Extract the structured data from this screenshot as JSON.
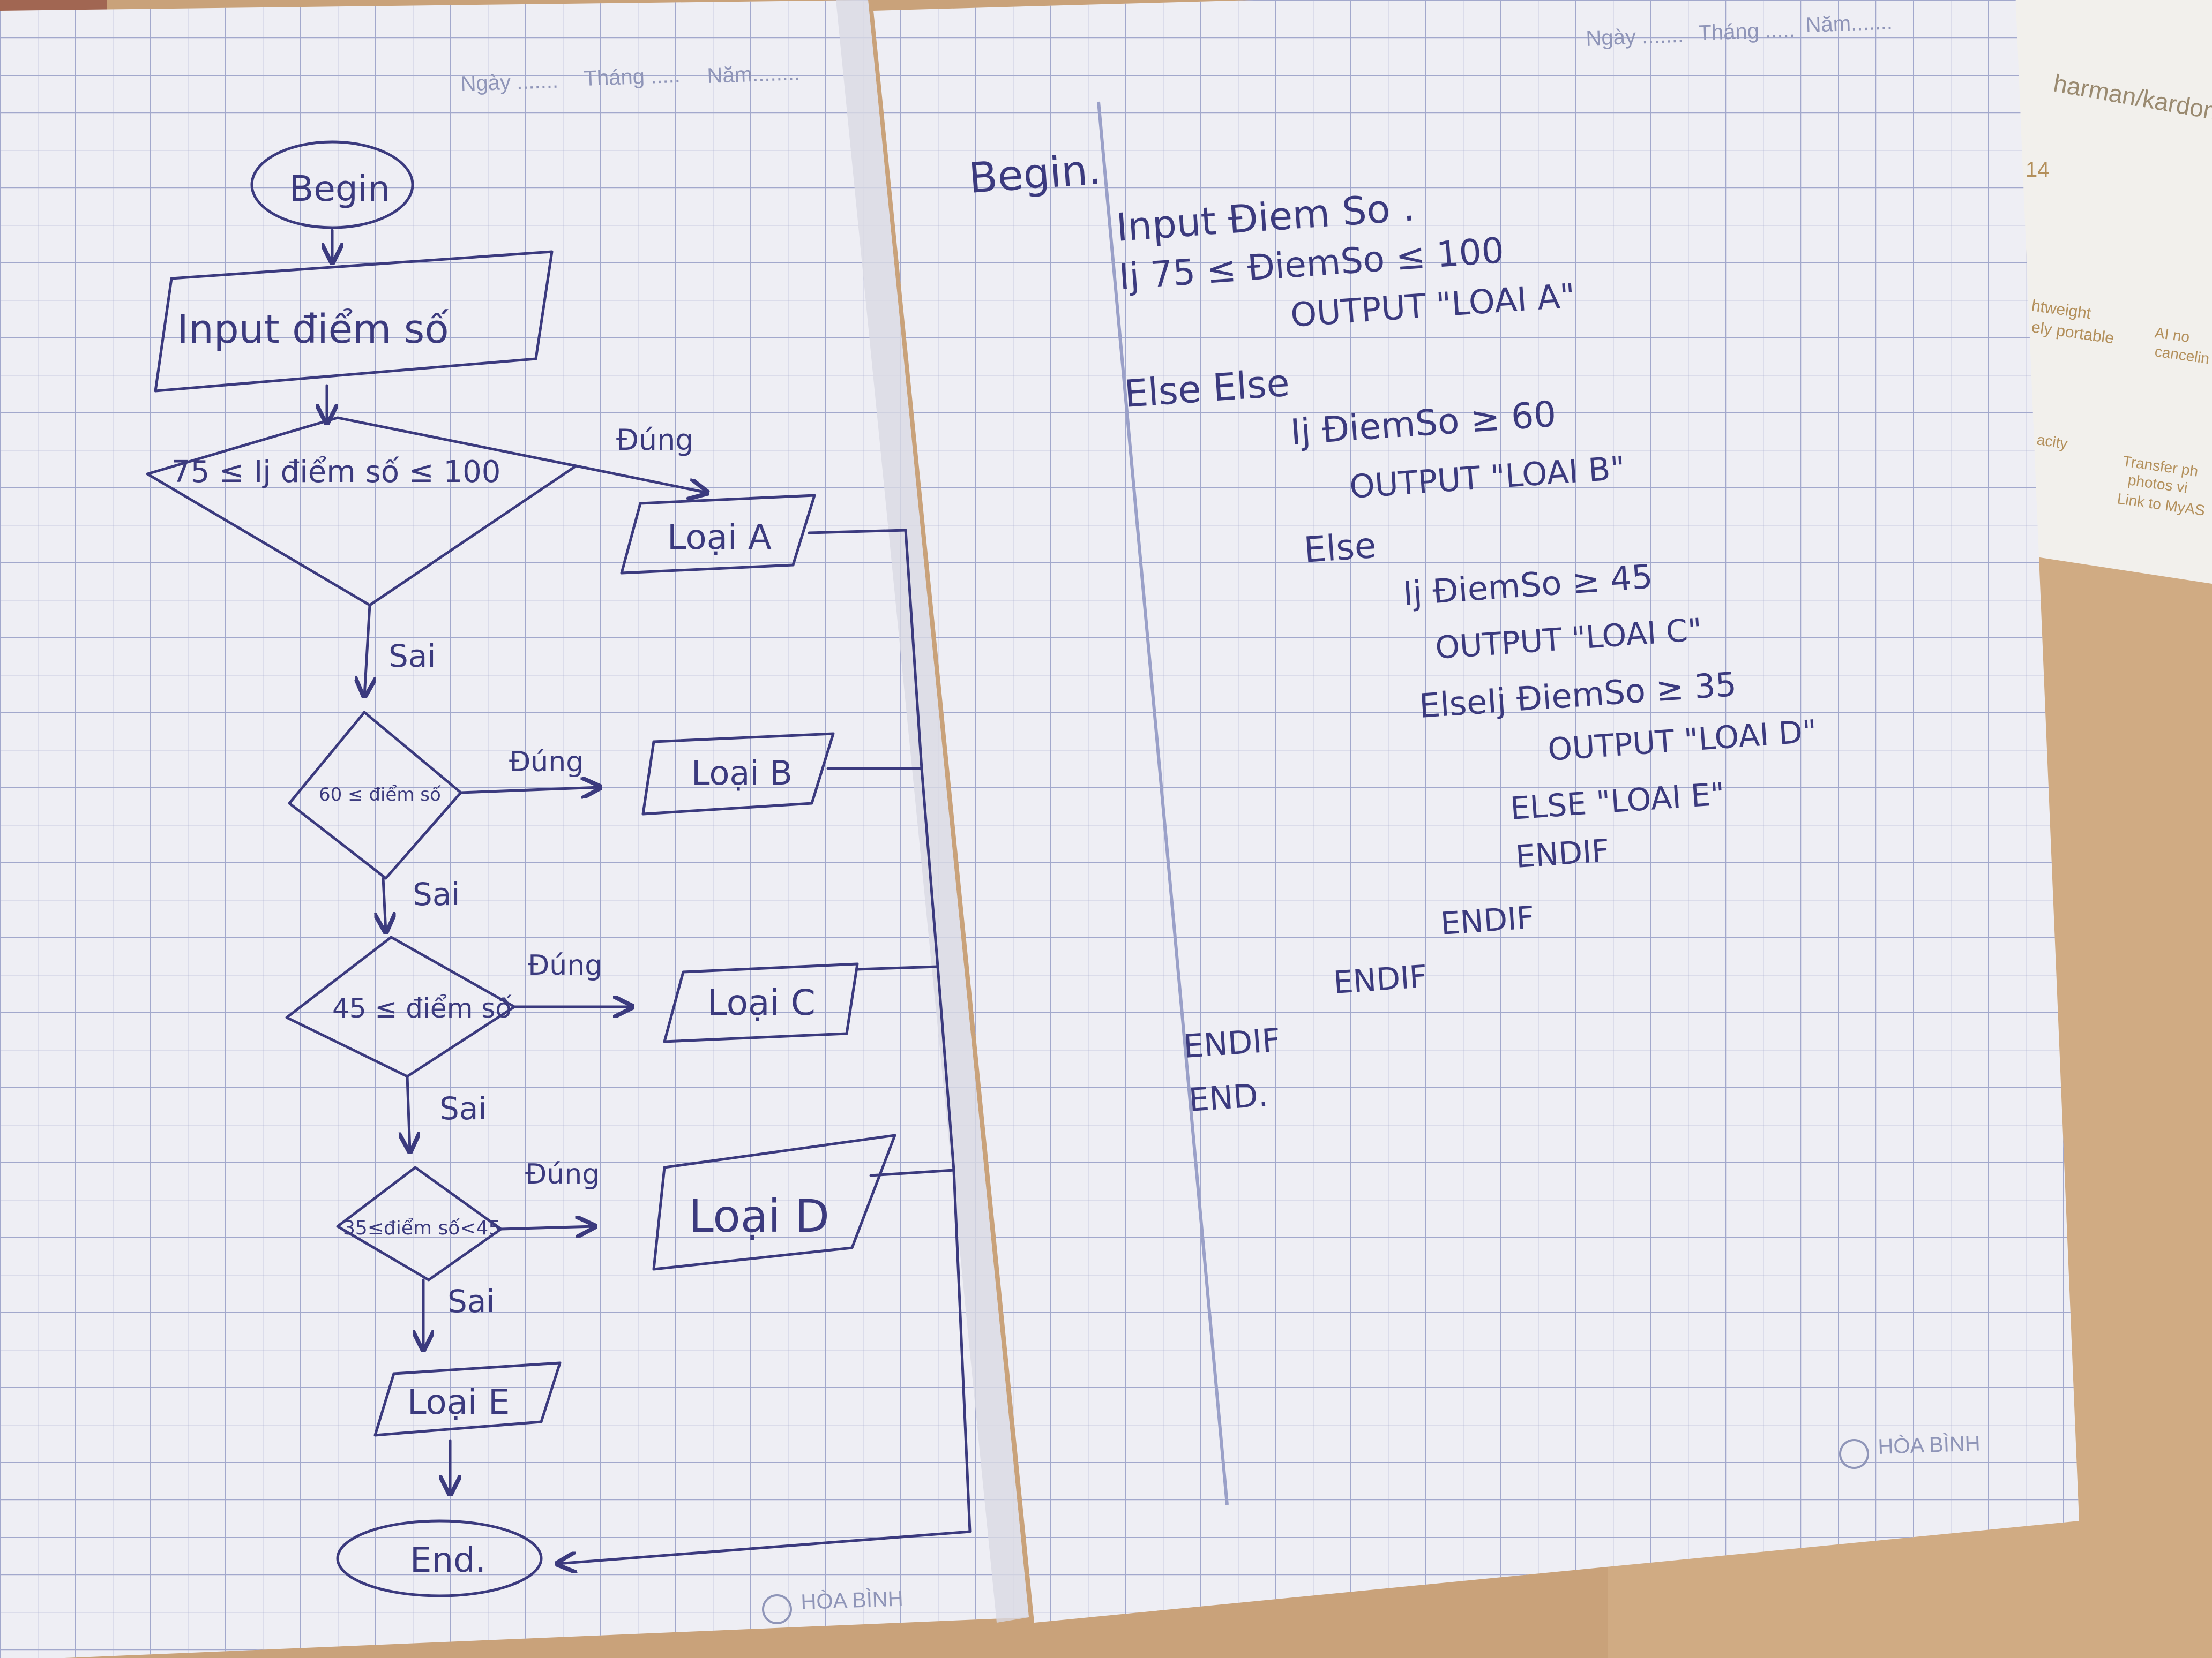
{
  "colors": {
    "desk": "#c9a27a",
    "paper": "#eeeef4",
    "grid": "#9aa0c8",
    "ink": "#3b3a7e",
    "header": "#8f95b8"
  },
  "left_page": {
    "header": {
      "ngay": "Ngày .......",
      "thang": "Tháng .....",
      "nam": "Năm........"
    },
    "brand": "HÒA BÌNH",
    "flowchart": {
      "begin": "Begin",
      "input": "Input  điểm số",
      "decisions": [
        {
          "label": "75 ≤ Ij điểm số ≤ 100",
          "yes": "Đúng",
          "no": "Sai",
          "output": "Loại A"
        },
        {
          "label": "60 ≤ điểm số",
          "yes": "Đúng",
          "no": "Sai",
          "output": "Loại B"
        },
        {
          "label": "45 ≤ điểm số",
          "yes": "Đúng",
          "no": "Sai",
          "output": "Loại C"
        },
        {
          "label": "35≤điểm số<45",
          "yes": "Đúng",
          "no": "Sai",
          "output": "Loại D"
        }
      ],
      "else_output": "Loại E",
      "end": "End."
    }
  },
  "right_page": {
    "header": {
      "ngay": "Ngày .......",
      "thang": "Tháng .....",
      "nam": "Năm......."
    },
    "brand": "HÒA BÌNH",
    "pseudocode": [
      "Begin.",
      "Input    Điem So .",
      "Ij        75 ≤ ĐiemSo ≤ 100",
      "OUTPUT  \"LOAI A\"",
      "Else Else",
      "Ij   ĐiemSo ≥ 60",
      "OUTPUT   \"LOAI B\"",
      "Else",
      "Ij   ĐiemSo ≥ 45",
      "OUTPUT  \"LOAI C\"",
      "ElseIj ĐiemSo ≥ 35",
      "OUTPUT  \"LOAI D\"",
      "ELSE  \"LOAI E\"",
      "ENDIF",
      "ENDIF",
      "ENDIF",
      "ENDIF",
      "END."
    ]
  },
  "box": {
    "brand": "harman/kardon",
    "items": [
      "14",
      "htweight",
      "ely portable",
      "AI no",
      "cancelin",
      "acity",
      "Transfer ph",
      "photos vi",
      "Link to MyAS"
    ]
  }
}
